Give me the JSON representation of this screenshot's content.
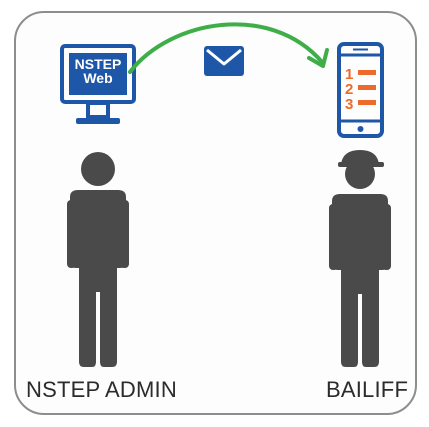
{
  "diagram": {
    "monitor": {
      "line1": "NSTEP",
      "line2": "Web"
    },
    "roles": {
      "admin": "NSTEP ADMIN",
      "bailiff": "BAILIFF"
    },
    "phone_list_numbers": [
      "1",
      "2",
      "3"
    ],
    "colors": {
      "device_blue": "#1f57a8",
      "arrow_green": "#3fae49",
      "person_gray": "#4a4a4a",
      "list_orange": "#ec6a2b",
      "envelope_blue": "#1f57a8"
    },
    "icons": [
      "monitor-icon",
      "envelope-icon",
      "phone-icon",
      "person-icon",
      "cap-icon",
      "arrow-icon"
    ]
  }
}
